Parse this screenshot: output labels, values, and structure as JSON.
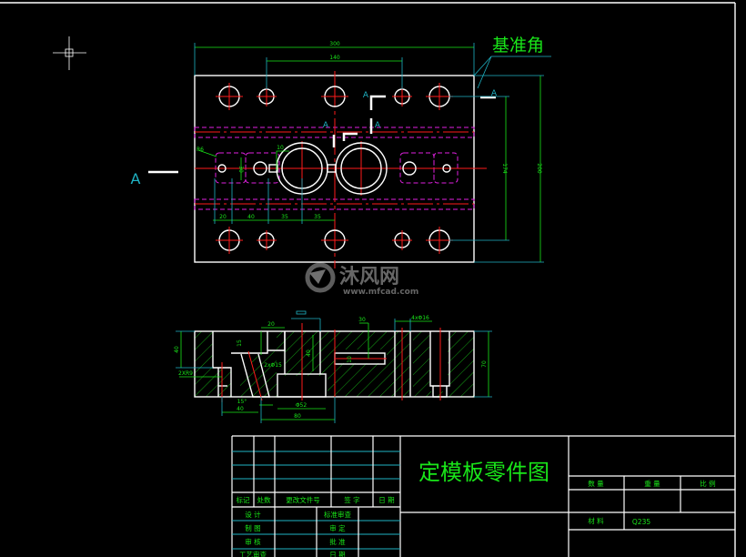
{
  "drawing": {
    "datum_label": "基准角",
    "section_marker": "A",
    "colors": {
      "background": "#000000",
      "outline": "#ffffff",
      "center_line": "#ff1a1a",
      "dimension": "#19e619",
      "leader": "#1fb3c4",
      "hidden": "#e020e0"
    },
    "top_view_dims": {
      "overall_width": "300",
      "hole_span": "140",
      "hole_vertical_span": "174",
      "overall_height": "200",
      "left_offsets": [
        "20",
        "40",
        "35",
        "35"
      ],
      "radius": "R6",
      "slot_width": "10",
      "slot_height": "30"
    },
    "section_view_dims": {
      "depth_left": "40",
      "radius_callout": "2XR9",
      "top_width": "20",
      "step_depth": "15",
      "hole_callout": "2xΦ15",
      "pocket_depth": "40",
      "angle": "15°",
      "bottom_left": "40",
      "pocket_diameter": "Φ52",
      "bottom_span": "80",
      "slot_label": "30",
      "slot_height": "10",
      "bolt_holes": "4xΦ16",
      "total_depth": "70"
    }
  },
  "watermark": {
    "name": "沐风网",
    "url": "www.mfcad.com"
  },
  "title_block": {
    "title": "定模板零件图",
    "revision_headers": [
      "标记",
      "处数",
      "更改文件号",
      "签 字",
      "日 期"
    ],
    "approval_rows_left": [
      "设 计",
      "制 图",
      "审 核",
      "工艺审查"
    ],
    "approval_rows_right": [
      "标准审查",
      "审 定",
      "批 准",
      "日 期"
    ],
    "property_headers": [
      "数 量",
      "重 量",
      "比 例"
    ],
    "material_label": "材 料",
    "material_value": "Q235"
  }
}
